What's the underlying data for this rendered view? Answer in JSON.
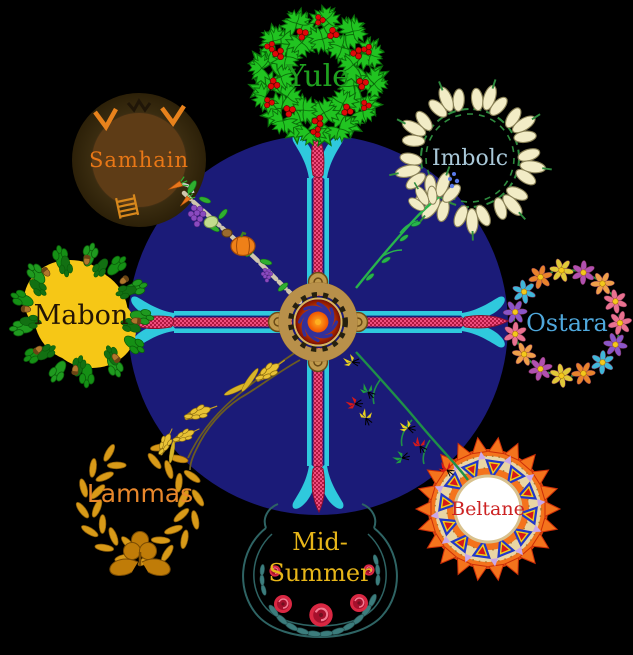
{
  "palette": {
    "background": "#000000",
    "year_circle": "#1b1b78",
    "arm_crimson": "#d6356c",
    "arm_cyan": "#2fc9dd",
    "medallion_gold": "#b8904a",
    "ostara_flower_palette": [
      "#e8718f",
      "#8a55c8",
      "#3fb6d9",
      "#e8822c",
      "#e0c838",
      "#b050b0",
      "#ef9f49"
    ]
  },
  "sabbats": [
    {
      "id": "yule",
      "label": "Yule",
      "position": "top",
      "label_color": "#1fa11f",
      "wreath": "holly-with-red-berries"
    },
    {
      "id": "imbolc",
      "label": "Imbolc",
      "position": "upper-right",
      "label_color": "#a9c8d8",
      "wreath": "white-snowdrop-flowers"
    },
    {
      "id": "ostara",
      "label": "Ostara",
      "position": "right",
      "label_color": "#4fa8dc",
      "wreath": "colorful-spring-flowers"
    },
    {
      "id": "beltane",
      "label": "Beltane",
      "position": "lower-right",
      "label_color": "#cc2222",
      "wreath": "orange-sun-mandala"
    },
    {
      "id": "midsummer",
      "label": "Mid-Summer",
      "line1": "Mid-",
      "line2": "Summer",
      "position": "bottom",
      "label_color": "#e7b619",
      "wreath": "rose-vine-with-red-roses"
    },
    {
      "id": "lammas",
      "label": "Lammas",
      "position": "lower-left",
      "label_color": "#e8872b",
      "wreath": "golden-wheat-laurel"
    },
    {
      "id": "mabon",
      "label": "Mabon",
      "position": "left",
      "label_color": "#241505",
      "wreath": "oak-leaves-and-acorns"
    },
    {
      "id": "samhain",
      "label": "Samhain",
      "position": "upper-left",
      "label_color": "#e87716",
      "wreath": "dark-brown-circle"
    }
  ],
  "center": {
    "symbol": "spiral-medallion",
    "arms": 4
  }
}
